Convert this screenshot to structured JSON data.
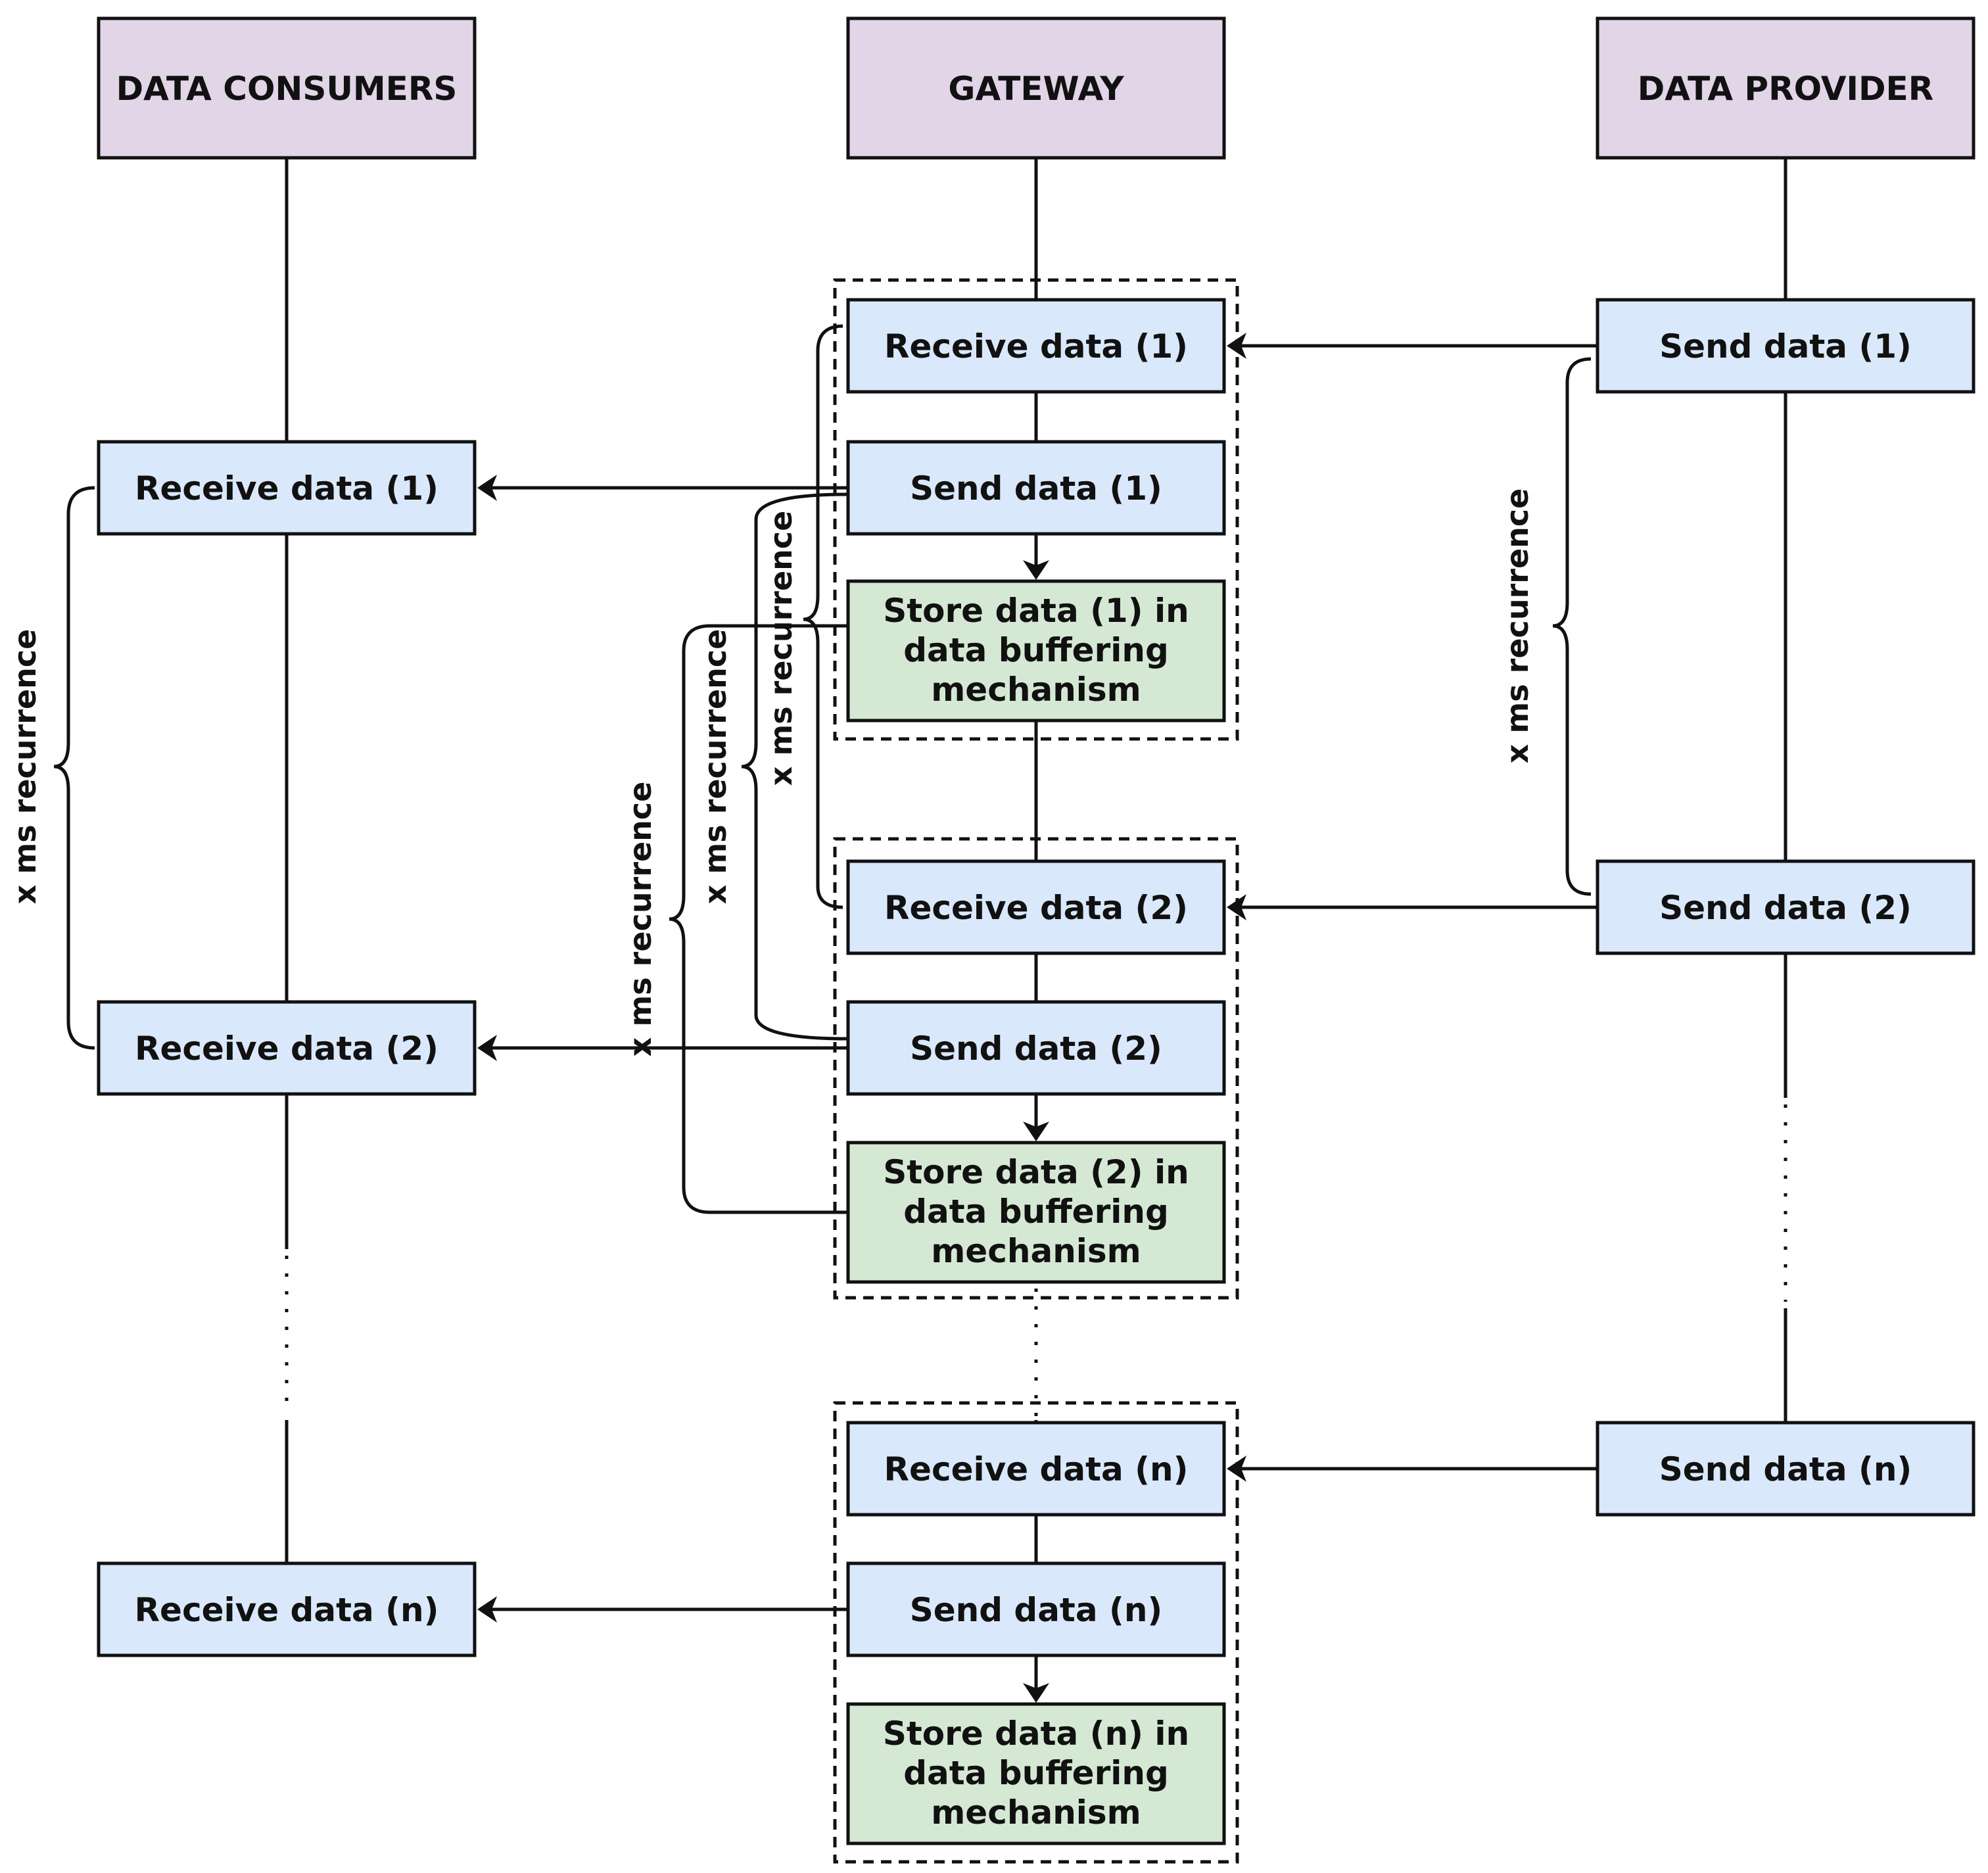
{
  "lanes": {
    "consumers": "DATA CONSUMERS",
    "gateway": "GATEWAY",
    "provider": "DATA PROVIDER"
  },
  "provider_steps": [
    "Send data (1)",
    "Send data (2)",
    "Send data (n)"
  ],
  "gateway_steps": {
    "receive": [
      "Receive data (1)",
      "Receive data (2)",
      "Receive data (n)"
    ],
    "send": [
      "Send data (1)",
      "Send data (2)",
      "Send data (n)"
    ],
    "store": [
      [
        "Store data (1) in",
        "data buffering",
        "mechanism"
      ],
      [
        "Store data (2) in",
        "data buffering",
        "mechanism"
      ],
      [
        "Store data (n) in",
        "data buffering",
        "mechanism"
      ]
    ]
  },
  "consumer_steps": [
    "Receive data (1)",
    "Receive data (2)",
    "Receive data (n)"
  ],
  "recurrence_label": "x ms recurrence",
  "colors": {
    "lane_header": "#e1d5e7",
    "message_box": "#dae8fc",
    "store_box": "#d5e8d4",
    "stroke": "#111111"
  }
}
